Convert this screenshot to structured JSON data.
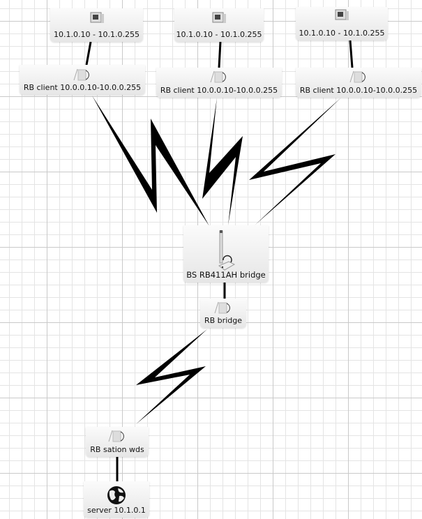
{
  "nodes": {
    "lan1": "10.1.0.10 - 10.1.0.255",
    "lan2": "10.1.0.10 - 10.1.0.255",
    "lan3": "10.1.0.10 - 10.1.0.255",
    "client1": "RB client 10.0.0.10-10.0.0.255",
    "client2": "RB client 10.0.0.10-10.0.0.255",
    "client3": "RB client 10.0.0.10-10.0.0.255",
    "bs": "BS RB411AH bridge",
    "rbbridge": "RB bridge",
    "station": "RB sation wds",
    "server": "server 10.1.0.1"
  }
}
